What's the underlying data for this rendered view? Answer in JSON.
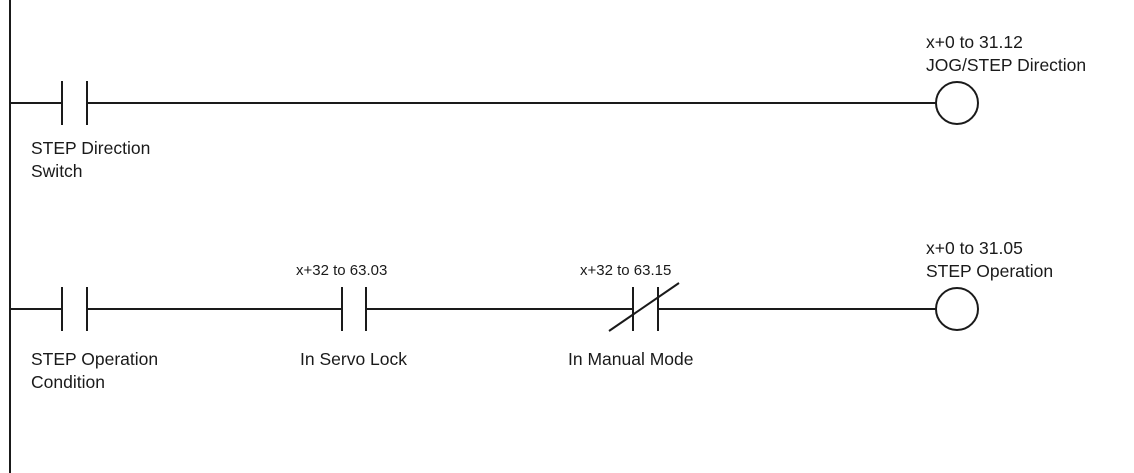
{
  "rungs": [
    {
      "contacts": [
        {
          "type": "no",
          "address": "",
          "label_lines": [
            "STEP Direction",
            "Switch"
          ]
        }
      ],
      "coil": {
        "address": "x+0 to 31.12",
        "name": "JOG/STEP Direction"
      }
    },
    {
      "contacts": [
        {
          "type": "no",
          "address": "",
          "label_lines": [
            "STEP Operation",
            "Condition"
          ]
        },
        {
          "type": "no",
          "address": "x+32 to 63.03",
          "label_lines": [
            "In Servo Lock"
          ]
        },
        {
          "type": "nc",
          "address": "x+32 to 63.15",
          "label_lines": [
            "In Manual Mode"
          ]
        }
      ],
      "coil": {
        "address": "x+0 to 31.05",
        "name": "STEP Operation"
      }
    }
  ]
}
